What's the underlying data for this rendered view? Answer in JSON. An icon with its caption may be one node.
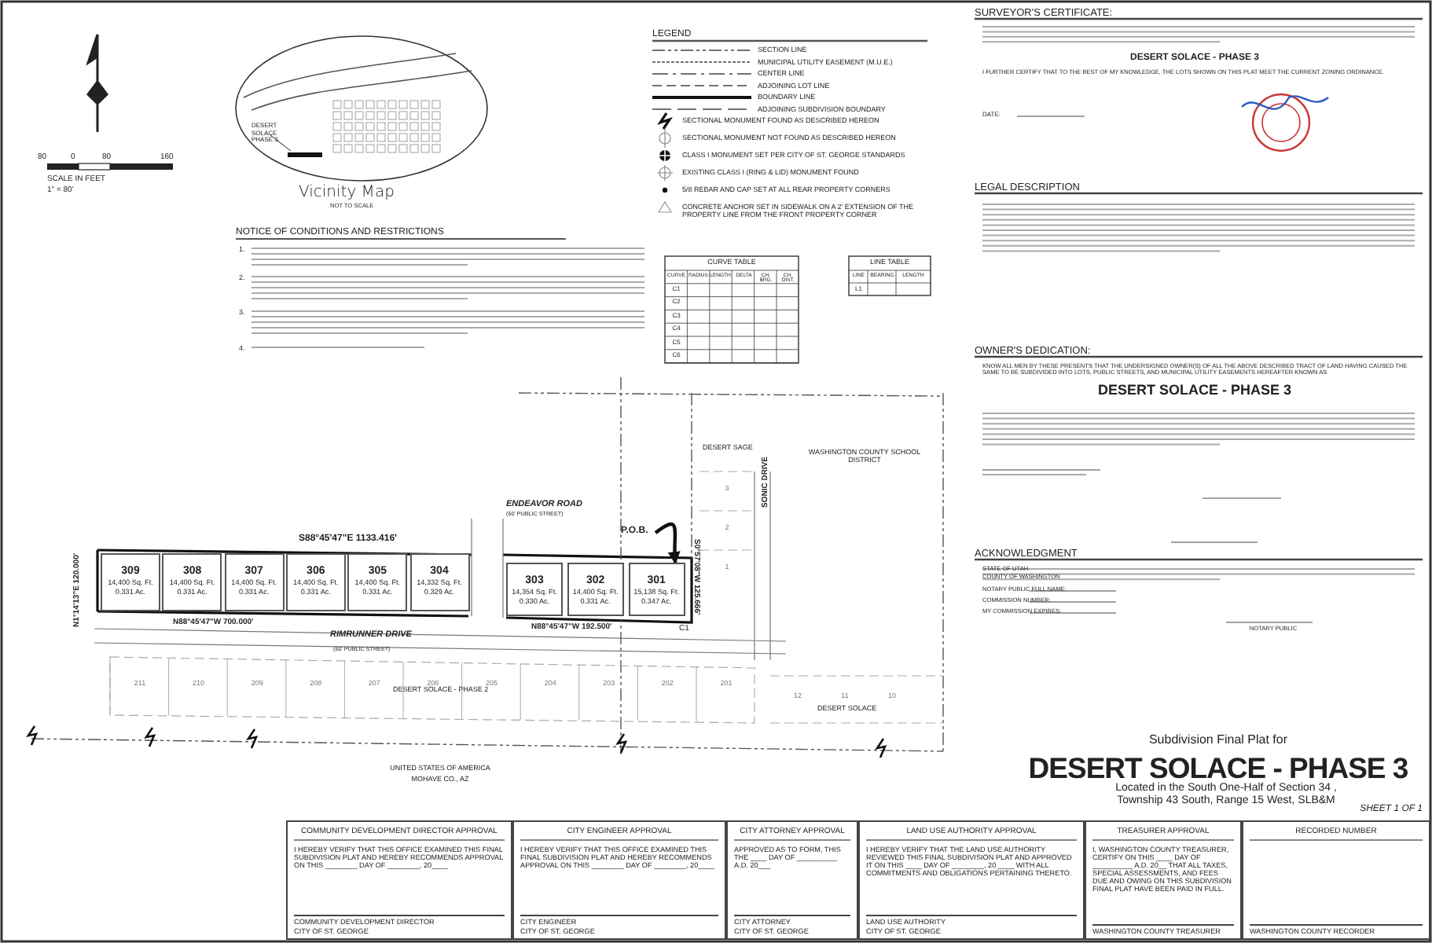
{
  "diagram": {
    "title": "DESERT SOLACE - PHASE 3",
    "nodes": [
      {
        "text": [
          "309",
          "14,400 Sq. Ft.",
          "0.331 Ac."
        ]
      },
      {
        "text": [
          "308",
          "14,400 Sq. Ft.",
          "0.331 Ac."
        ]
      },
      {
        "text": [
          "307",
          "14,400 Sq. Ft.",
          "0.331 Ac."
        ]
      },
      {
        "text": [
          "306",
          "14,400 Sq. Ft.",
          "0.331 Ac."
        ]
      },
      {
        "text": [
          "305",
          "14,400 Sq. Ft.",
          "0.331 Ac."
        ]
      },
      {
        "text": [
          "304",
          "14,332 Sq. Ft.",
          "0.329 Ac."
        ]
      },
      {
        "text": [
          "303",
          "14,354 Sq. Ft.",
          "0.330 Ac."
        ]
      },
      {
        "text": [
          "302",
          "14,400 Sq. Ft.",
          "0.331 Ac."
        ]
      },
      {
        "text": [
          "301",
          "15,138 Sq. Ft.",
          "0.347 Ac."
        ]
      },
      {
        "text": [
          "P.O.B."
        ]
      },
      {
        "text": [
          "COMMUNITY DEVELOPMENT DIRECTOR APPROVAL",
          "I HEREBY VERIFY THAT THIS OFFICE EXAMINED THIS FINAL SUBDIVISION PLAT AND HEREBY RECOMMENDS APPROVAL ON THIS ________ DAY OF ________, 20____",
          "COMMUNITY DEVELOPMENT DIRECTOR",
          "CITY OF ST. GEORGE"
        ]
      },
      {
        "text": [
          "CITY ENGINEER APPROVAL",
          "I HEREBY VERIFY THAT THIS OFFICE EXAMINED THIS FINAL SUBDIVISION PLAT AND HEREBY RECOMMENDS APPROVAL ON THIS ________ DAY OF ________, 20____",
          "CITY ENGINEER",
          "CITY OF ST. GEORGE"
        ]
      },
      {
        "text": [
          "CITY ATTORNEY APPROVAL",
          "APPROVED AS TO FORM, THIS THE ____ DAY OF __________ A.D. 20___",
          "CITY ATTORNEY",
          "CITY OF ST. GEORGE"
        ]
      },
      {
        "text": [
          "LAND USE AUTHORITY APPROVAL",
          "I HEREBY VERIFY THAT THE LAND USE AUTHORITY REVIEWED THIS FINAL SUBDIVISION PLAT AND APPROVED IT ON THIS ____ DAY OF ________, 20 ____ WITH ALL COMMITMENTS AND OBLIGATIONS PERTAINING THERETO.",
          "LAND USE AUTHORITY",
          "CITY OF ST. GEORGE"
        ]
      },
      {
        "text": [
          "TREASURER APPROVAL",
          "I, WASHINGTON COUNTY TREASURER, CERTIFY ON THIS ____ DAY OF __________ A.D. 20__ THAT ALL TAXES, SPECIAL ASSESSMENTS, AND FEES DUE AND OWING ON THIS SUBDIVISION FINAL PLAT HAVE BEEN PAID IN FULL.",
          "WASHINGTON COUNTY TREASURER"
        ]
      },
      {
        "text": [
          "RECORDED NUMBER",
          "WASHINGTON COUNTY RECORDER"
        ]
      }
    ],
    "edges": [
      {
        "from": 9,
        "to": 8,
        "arrow": "to"
      }
    ],
    "labels": [
      "80",
      "0",
      "80",
      "160",
      "SCALE IN FEET",
      "1\" = 80'",
      "DESERT SOLACE PHASE 3",
      "Vicinity Map",
      "NOT TO SCALE",
      "LEGEND",
      "NOTICE OF CONDITIONS AND RESTRICTIONS",
      "1.",
      "2.",
      "3.",
      "4.",
      "CURVE TABLE",
      "CURVE",
      "RADIUS",
      "LENGTH",
      "DELTA",
      "CH. BRG.",
      "CH. DIST.",
      "C1",
      "C2",
      "C3",
      "C4",
      "C5",
      "C6",
      "LINE TABLE",
      "LINE",
      "BEARING",
      "LENGTH",
      "L1",
      "S88°45'47\"E 1133.416'",
      "N88°45'47\"W 700.000'",
      "N88°45'47\"W 192.500'",
      "N1°14'13\"E 120.000'",
      "S0°57'08\"W 125.666'",
      "ENDEAVOR ROAD",
      "(60' PUBLIC STREET)",
      "RIMRUNNER DRIVE",
      "(60' PUBLIC STREET)",
      "SONIC DRIVE",
      "DESERT SAGE",
      "WASHINGTON COUNTY SCHOOL DISTRICT",
      "DESERT SOLACE - PHASE 2",
      "DESERT SOLACE",
      "UNITED STATES OF AMERICA",
      "MOHAVE CO., AZ",
      "C1",
      "211",
      "210",
      "209",
      "208",
      "207",
      "206",
      "205",
      "204",
      "203",
      "202",
      "201",
      "3",
      "2",
      "1",
      "12",
      "11",
      "10",
      "SURVEYOR'S CERTIFICATE:",
      "DESERT SOLACE - PHASE 3",
      "I FURTHER CERTIFY THAT TO THE BEST OF MY KNOWLEDGE, THE LOTS SHOWN ON THIS PLAT MEET THE CURRENT ZONING ORDINANCE.",
      "DATE:",
      "LEGAL DESCRIPTION",
      "OWNER'S DEDICATION:",
      "KNOW ALL MEN BY THESE PRESENTS THAT THE UNDERSIGNED OWNER(S) OF ALL THE ABOVE DESCRIBED TRACT OF LAND HAVING CAUSED THE SAME TO BE SUBDIVIDED INTO LOTS, PUBLIC STREETS, AND MUNICIPAL UTILITY EASEMENTS HEREAFTER KNOWN AS",
      "DESERT SOLACE - PHASE 3",
      "ACKNOWLEDGMENT",
      "STATE OF UTAH",
      "COUNTY OF WASHINGTON",
      "NOTARY PUBLIC FULL NAME:",
      "COMMISSION NUMBER:",
      "MY COMMISSION EXPIRES:",
      "NOTARY PUBLIC",
      "Subdivision Final Plat for",
      "Located in the South One-Half of Section 34 ,",
      "Township 43 South, Range 15 West, SLB&M",
      "SHEET 1 OF 1"
    ],
    "legend": [
      {
        "text": "SECTION LINE"
      },
      {
        "text": "MUNICIPAL UTILITY EASEMENT (M.U.E.)"
      },
      {
        "text": "CENTER LINE"
      },
      {
        "text": "ADJOINING LOT LINE"
      },
      {
        "text": "BOUNDARY LINE"
      },
      {
        "text": "ADJOINING SUBDIVISION BOUNDARY"
      },
      {
        "text": "SECTIONAL MONUMENT FOUND AS DESCRIBED HEREON"
      },
      {
        "text": "SECTIONAL MONUMENT NOT FOUND AS DESCRIBED HEREON"
      },
      {
        "text": "CLASS I MONUMENT SET PER CITY OF ST. GEORGE STANDARDS"
      },
      {
        "text": "EXISTING CLASS I (RING & LID) MONUMENT FOUND"
      },
      {
        "text": "5/8 REBAR AND CAP SET AT ALL REAR PROPERTY CORNERS"
      },
      {
        "text": "CONCRETE ANCHOR SET IN SIDEWALK ON A 2' EXTENSION OF THE PROPERTY LINE FROM THE FRONT PROPERTY CORNER"
      }
    ]
  }
}
